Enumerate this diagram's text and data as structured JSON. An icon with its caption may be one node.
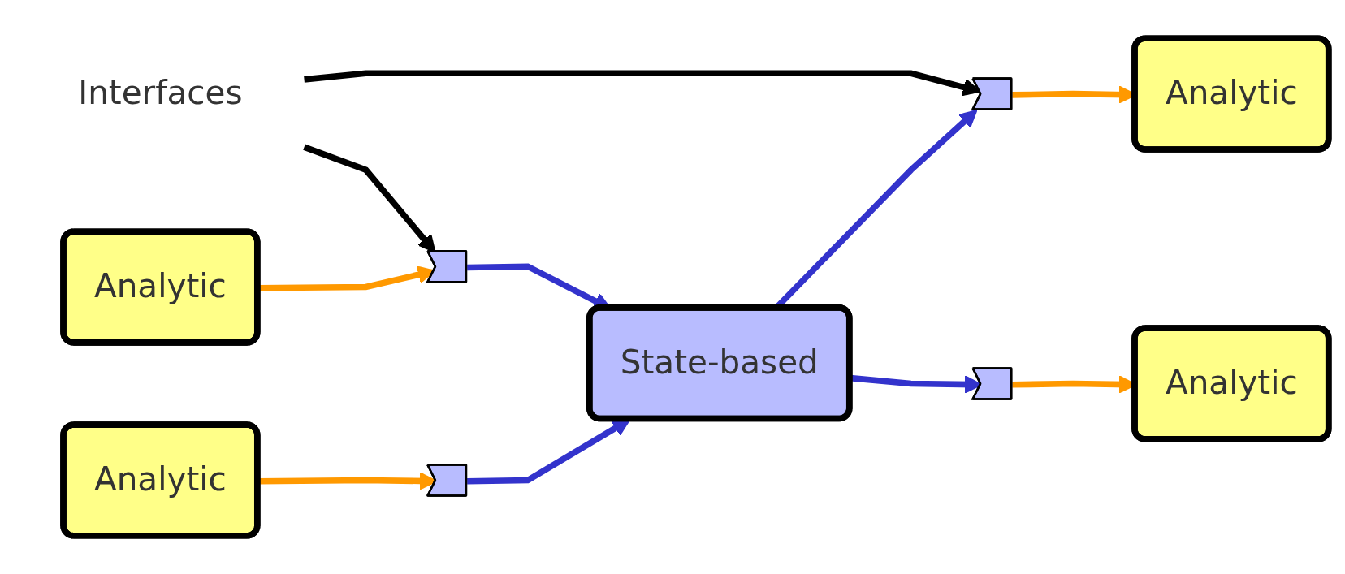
{
  "diagram": {
    "nodes": [
      {
        "text": [
          "Interfaces"
        ]
      },
      {
        "text": [
          "Analytic"
        ]
      },
      {
        "text": [],
        "shape": "chevron"
      },
      {
        "text": [
          "State-based"
        ]
      },
      {
        "text": [],
        "shape": "chevron"
      },
      {
        "text": [
          "Analytic"
        ]
      },
      {
        "text": [
          "Analytic"
        ]
      },
      {
        "text": [],
        "shape": "chevron"
      },
      {
        "text": [],
        "shape": "chevron"
      },
      {
        "text": [
          "Analytic"
        ]
      }
    ],
    "edges": [
      {
        "from": 0,
        "to": 2,
        "arrow": "to",
        "color": "#000000"
      },
      {
        "from": 0,
        "to": 4,
        "arrow": "to",
        "color": "#000000"
      },
      {
        "from": 1,
        "to": 2,
        "arrow": "to",
        "color": "#ff9900"
      },
      {
        "from": 2,
        "to": 3,
        "arrow": "to",
        "color": "#3333cc"
      },
      {
        "from": 3,
        "to": 4,
        "arrow": "to",
        "color": "#3333cc"
      },
      {
        "from": 4,
        "to": 5,
        "arrow": "to",
        "color": "#ff9900"
      },
      {
        "from": 6,
        "to": 7,
        "arrow": "to",
        "color": "#ff9900"
      },
      {
        "from": 7,
        "to": 3,
        "arrow": "to",
        "color": "#3333cc"
      },
      {
        "from": 3,
        "to": 8,
        "arrow": "to",
        "color": "#3333cc"
      },
      {
        "from": 8,
        "to": 9,
        "arrow": "to",
        "color": "#ff9900"
      }
    ]
  }
}
